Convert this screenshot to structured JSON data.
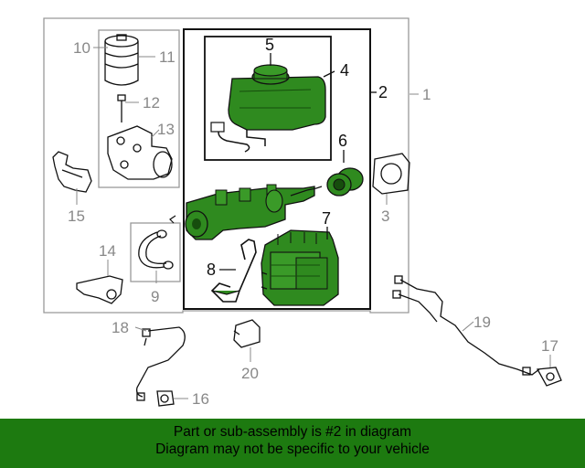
{
  "callouts": {
    "c1": "1",
    "c2": "2",
    "c3": "3",
    "c4": "4",
    "c5": "5",
    "c6": "6",
    "c7": "7",
    "c8": "8",
    "c9": "9",
    "c10": "10",
    "c11": "11",
    "c12": "12",
    "c13": "13",
    "c14": "14",
    "c15": "15",
    "c16": "16",
    "c17": "17",
    "c18": "18",
    "c19": "19",
    "c20": "20"
  },
  "banner": {
    "line1": "Part or sub-assembly is #2 in diagram",
    "line2": "Diagram may not be specific to your vehicle"
  },
  "colors": {
    "highlight_part": "#2f8a1f",
    "banner_bg": "#1d7a10",
    "frame": "#999999",
    "label_gray": "#888888"
  }
}
